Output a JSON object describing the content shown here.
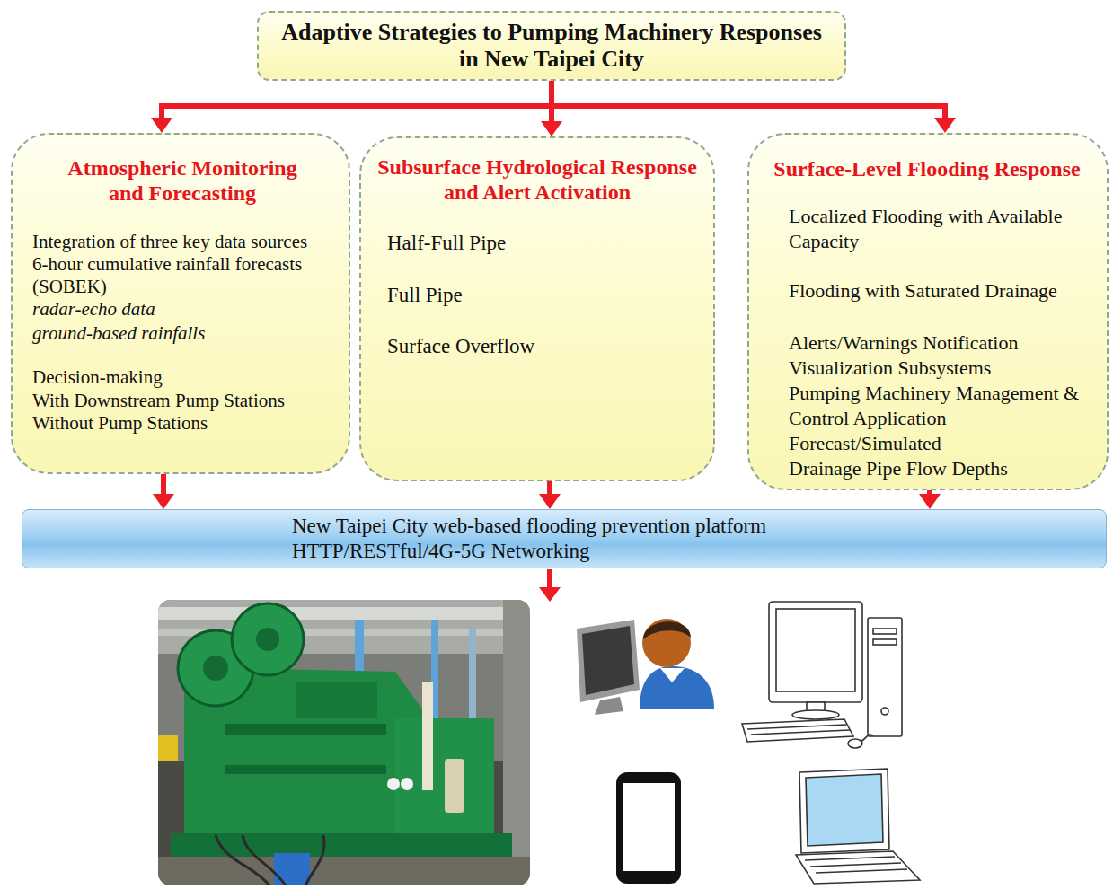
{
  "diagram": {
    "nodes": [
      {
        "text": [
          "Adaptive Strategies to Pumping Machinery Responses in New Taipei City"
        ]
      },
      {
        "text": [
          "Atmospheric Monitoring and Forecasting",
          "Integration of three key data sources",
          "6-hour cumulative rainfall forecasts (SOBEK)",
          "radar-echo data",
          "ground-based rainfalls",
          "Decision-making",
          "With Downstream Pump Stations",
          "Without Pump Stations"
        ]
      },
      {
        "text": [
          "Subsurface Hydrological Response and Alert Activation",
          "Half-Full Pipe",
          "Full Pipe",
          "Surface Overflow"
        ]
      },
      {
        "text": [
          "Surface-Level Flooding Response",
          "Localized Flooding with Available Capacity",
          "Flooding with Saturated Drainage",
          "Alerts/Warnings Notification",
          "Visualization Subsystems",
          "Pumping Machinery Management & Control Application",
          "Forecast/Simulated",
          "Drainage Pipe Flow Depths"
        ]
      },
      {
        "text": [
          "New Taipei City web-based flooding prevention platform",
          "HTTP/RESTful/4G-5G Networking"
        ]
      }
    ],
    "edges": [
      {
        "from": 0,
        "to": 1,
        "arrow": "to"
      },
      {
        "from": 0,
        "to": 2,
        "arrow": "to"
      },
      {
        "from": 0,
        "to": 3,
        "arrow": "to"
      },
      {
        "from": 1,
        "to": 4,
        "arrow": "to"
      },
      {
        "from": 2,
        "to": 4,
        "arrow": "to"
      },
      {
        "from": 3,
        "to": 4,
        "arrow": "to"
      }
    ]
  }
}
